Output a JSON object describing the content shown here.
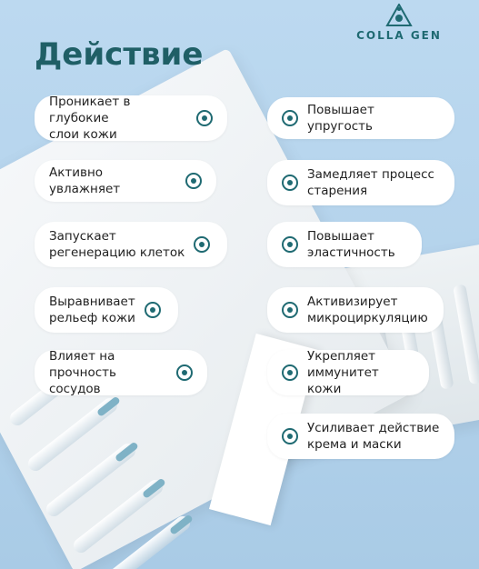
{
  "brand": {
    "logo_text": "COLLA GEN"
  },
  "title": "Действие",
  "left_items": [
    "Проникает в глубокие\nслои кожи",
    "Активно увлажняет",
    "Запускает\nрегенерацию клеток",
    "Выравнивает\nрельеф кожи",
    "Влияет на\nпрочность сосудов"
  ],
  "right_items": [
    "Повышает упругость",
    "Замедляет процесс\nстарения",
    "Повышает\nэластичность",
    "Активизирует\nмикроциркуляцию",
    "Укрепляет\nиммунитет кожи",
    "Усиливает действие\nкрема и маски"
  ],
  "icons": {
    "bullet": "target-dot-icon",
    "logo": "drop-molecule-icon"
  },
  "colors": {
    "accent": "#1f6a72",
    "background": "#b9d7ee",
    "pill": "#ffffff"
  }
}
